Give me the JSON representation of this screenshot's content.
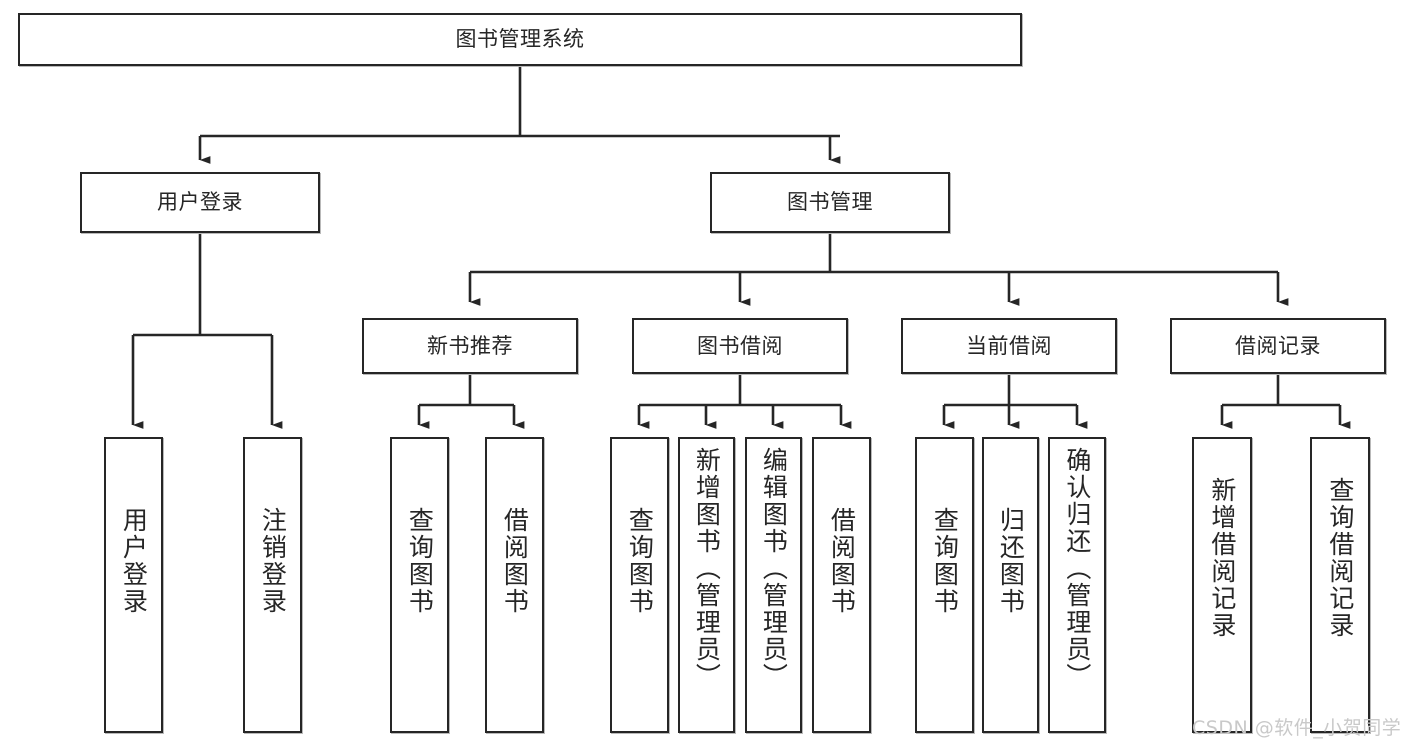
{
  "diagram": {
    "type": "tree-hierarchy-chart",
    "title": "图书管理系统",
    "watermark": "CSDN @软件_小贺同学",
    "colors": {
      "stroke": "#262626",
      "fill": "#ffffff",
      "background": "#ffffff",
      "watermark": "#c9c9c9"
    },
    "levels": {
      "level1": [
        "图书管理系统"
      ],
      "level2": [
        "用户登录",
        "图书管理"
      ],
      "level3": [
        "新书推荐",
        "图书借阅",
        "当前借阅",
        "借阅记录"
      ],
      "level4": [
        "用户登录",
        "注销登录",
        "查询图书",
        "借阅图书",
        "查询图书",
        "新增图书（管理员）",
        "编辑图书（管理员）",
        "借阅图书",
        "查询图书",
        "归还图书",
        "确认归还（管理员）",
        "新增借阅记录",
        "查询借阅记录"
      ]
    },
    "nodes": {
      "root": {
        "label": "图书管理系统"
      },
      "user_login": {
        "label": "用户登录"
      },
      "book_manage": {
        "label": "图书管理"
      },
      "new_book_rec": {
        "label": "新书推荐"
      },
      "book_borrow": {
        "label": "图书借阅"
      },
      "current_borrow": {
        "label": "当前借阅"
      },
      "borrow_record": {
        "label": "借阅记录"
      },
      "leaf_user_login": {
        "label": "用户登录"
      },
      "leaf_logout": {
        "label": "注销登录"
      },
      "leaf_query_book_1": {
        "label": "查询图书"
      },
      "leaf_borrow_book_1": {
        "label": "借阅图书"
      },
      "leaf_query_book_2": {
        "label": "查询图书"
      },
      "leaf_add_book": {
        "label": "新增图书（管理员）"
      },
      "leaf_edit_book": {
        "label": "编辑图书（管理员）"
      },
      "leaf_borrow_book_2": {
        "label": "借阅图书"
      },
      "leaf_query_book_3": {
        "label": "查询图书"
      },
      "leaf_return_book": {
        "label": "归还图书"
      },
      "leaf_confirm_return": {
        "label": "确认归还（管理员）"
      },
      "leaf_add_record": {
        "label": "新增借阅记录"
      },
      "leaf_query_record": {
        "label": "查询借阅记录"
      }
    },
    "edges": [
      {
        "from": "root",
        "to": "user_login"
      },
      {
        "from": "root",
        "to": "book_manage"
      },
      {
        "from": "user_login",
        "to": "leaf_user_login"
      },
      {
        "from": "user_login",
        "to": "leaf_logout"
      },
      {
        "from": "book_manage",
        "to": "new_book_rec"
      },
      {
        "from": "book_manage",
        "to": "book_borrow"
      },
      {
        "from": "book_manage",
        "to": "current_borrow"
      },
      {
        "from": "book_manage",
        "to": "borrow_record"
      },
      {
        "from": "new_book_rec",
        "to": "leaf_query_book_1"
      },
      {
        "from": "new_book_rec",
        "to": "leaf_borrow_book_1"
      },
      {
        "from": "book_borrow",
        "to": "leaf_query_book_2"
      },
      {
        "from": "book_borrow",
        "to": "leaf_add_book"
      },
      {
        "from": "book_borrow",
        "to": "leaf_edit_book"
      },
      {
        "from": "book_borrow",
        "to": "leaf_borrow_book_2"
      },
      {
        "from": "current_borrow",
        "to": "leaf_query_book_3"
      },
      {
        "from": "current_borrow",
        "to": "leaf_return_book"
      },
      {
        "from": "current_borrow",
        "to": "leaf_confirm_return"
      },
      {
        "from": "borrow_record",
        "to": "leaf_add_record"
      },
      {
        "from": "borrow_record",
        "to": "leaf_query_record"
      }
    ]
  }
}
